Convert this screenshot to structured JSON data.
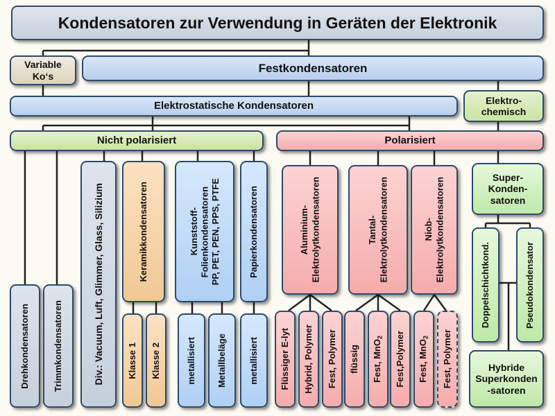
{
  "title": "Kondensatoren zur Verwendung in Geräten der Elektronik",
  "variable": [
    "Variable",
    "Ko‘s"
  ],
  "fest": "Festkondensatoren",
  "elektrostatisch": "Elektrostatische Kondensatoren",
  "elektrochemisch": [
    "Elektro-",
    "chemisch"
  ],
  "nicht_polarisiert": "Nicht polarisiert",
  "polarisiert": "Polarisiert",
  "dreh": "Drehkondensatoren",
  "trimm": "Trimmkondensatoren",
  "div": "Div.: Vacuum, Luft, Glimmer, Glass, Silizium",
  "keramik": "Keramikkondensatoren",
  "klasse1": "Klasse 1",
  "klasse2": "Klasse 2",
  "kunststoff": [
    "Kunststoff-",
    "Folienkondensatoren",
    "PP, PET, PEN, PPS, PTFE"
  ],
  "metallisiert": "metallisiert",
  "metallbelaege": "Metallbeläge",
  "papier": "Papierkondensatoren",
  "metallisiert2": "metallisiert",
  "aluminium": [
    "Aluminium-",
    "Elektrolytkondensatoren"
  ],
  "al_fluessig": "Flüssiger E-lyt",
  "al_hybrid": "Hybrid, Polymer",
  "al_fest": "Fest, Polymer",
  "tantal": [
    "Tantal-",
    "Elektrolytkondensatoren"
  ],
  "ta_fluessig": "flüssig",
  "ta_mno2": "Fest, MnO",
  "ta_mno2_sub": "2",
  "ta_polymer": "Fest,Polymer",
  "niob": [
    "Niob-",
    "Elektrolytkondensatoren"
  ],
  "nb_mno2": "Fest, MnO",
  "nb_mno2_sub": "2",
  "nb_polymer": "Fest, Polymer",
  "super": [
    "Super-",
    "Konden-",
    "satoren"
  ],
  "doppel": "Doppelschichtkond.",
  "pseudo": "Pseudokondensator",
  "hybride": [
    "Hybride",
    "Superkonden",
    "-satoren"
  ]
}
